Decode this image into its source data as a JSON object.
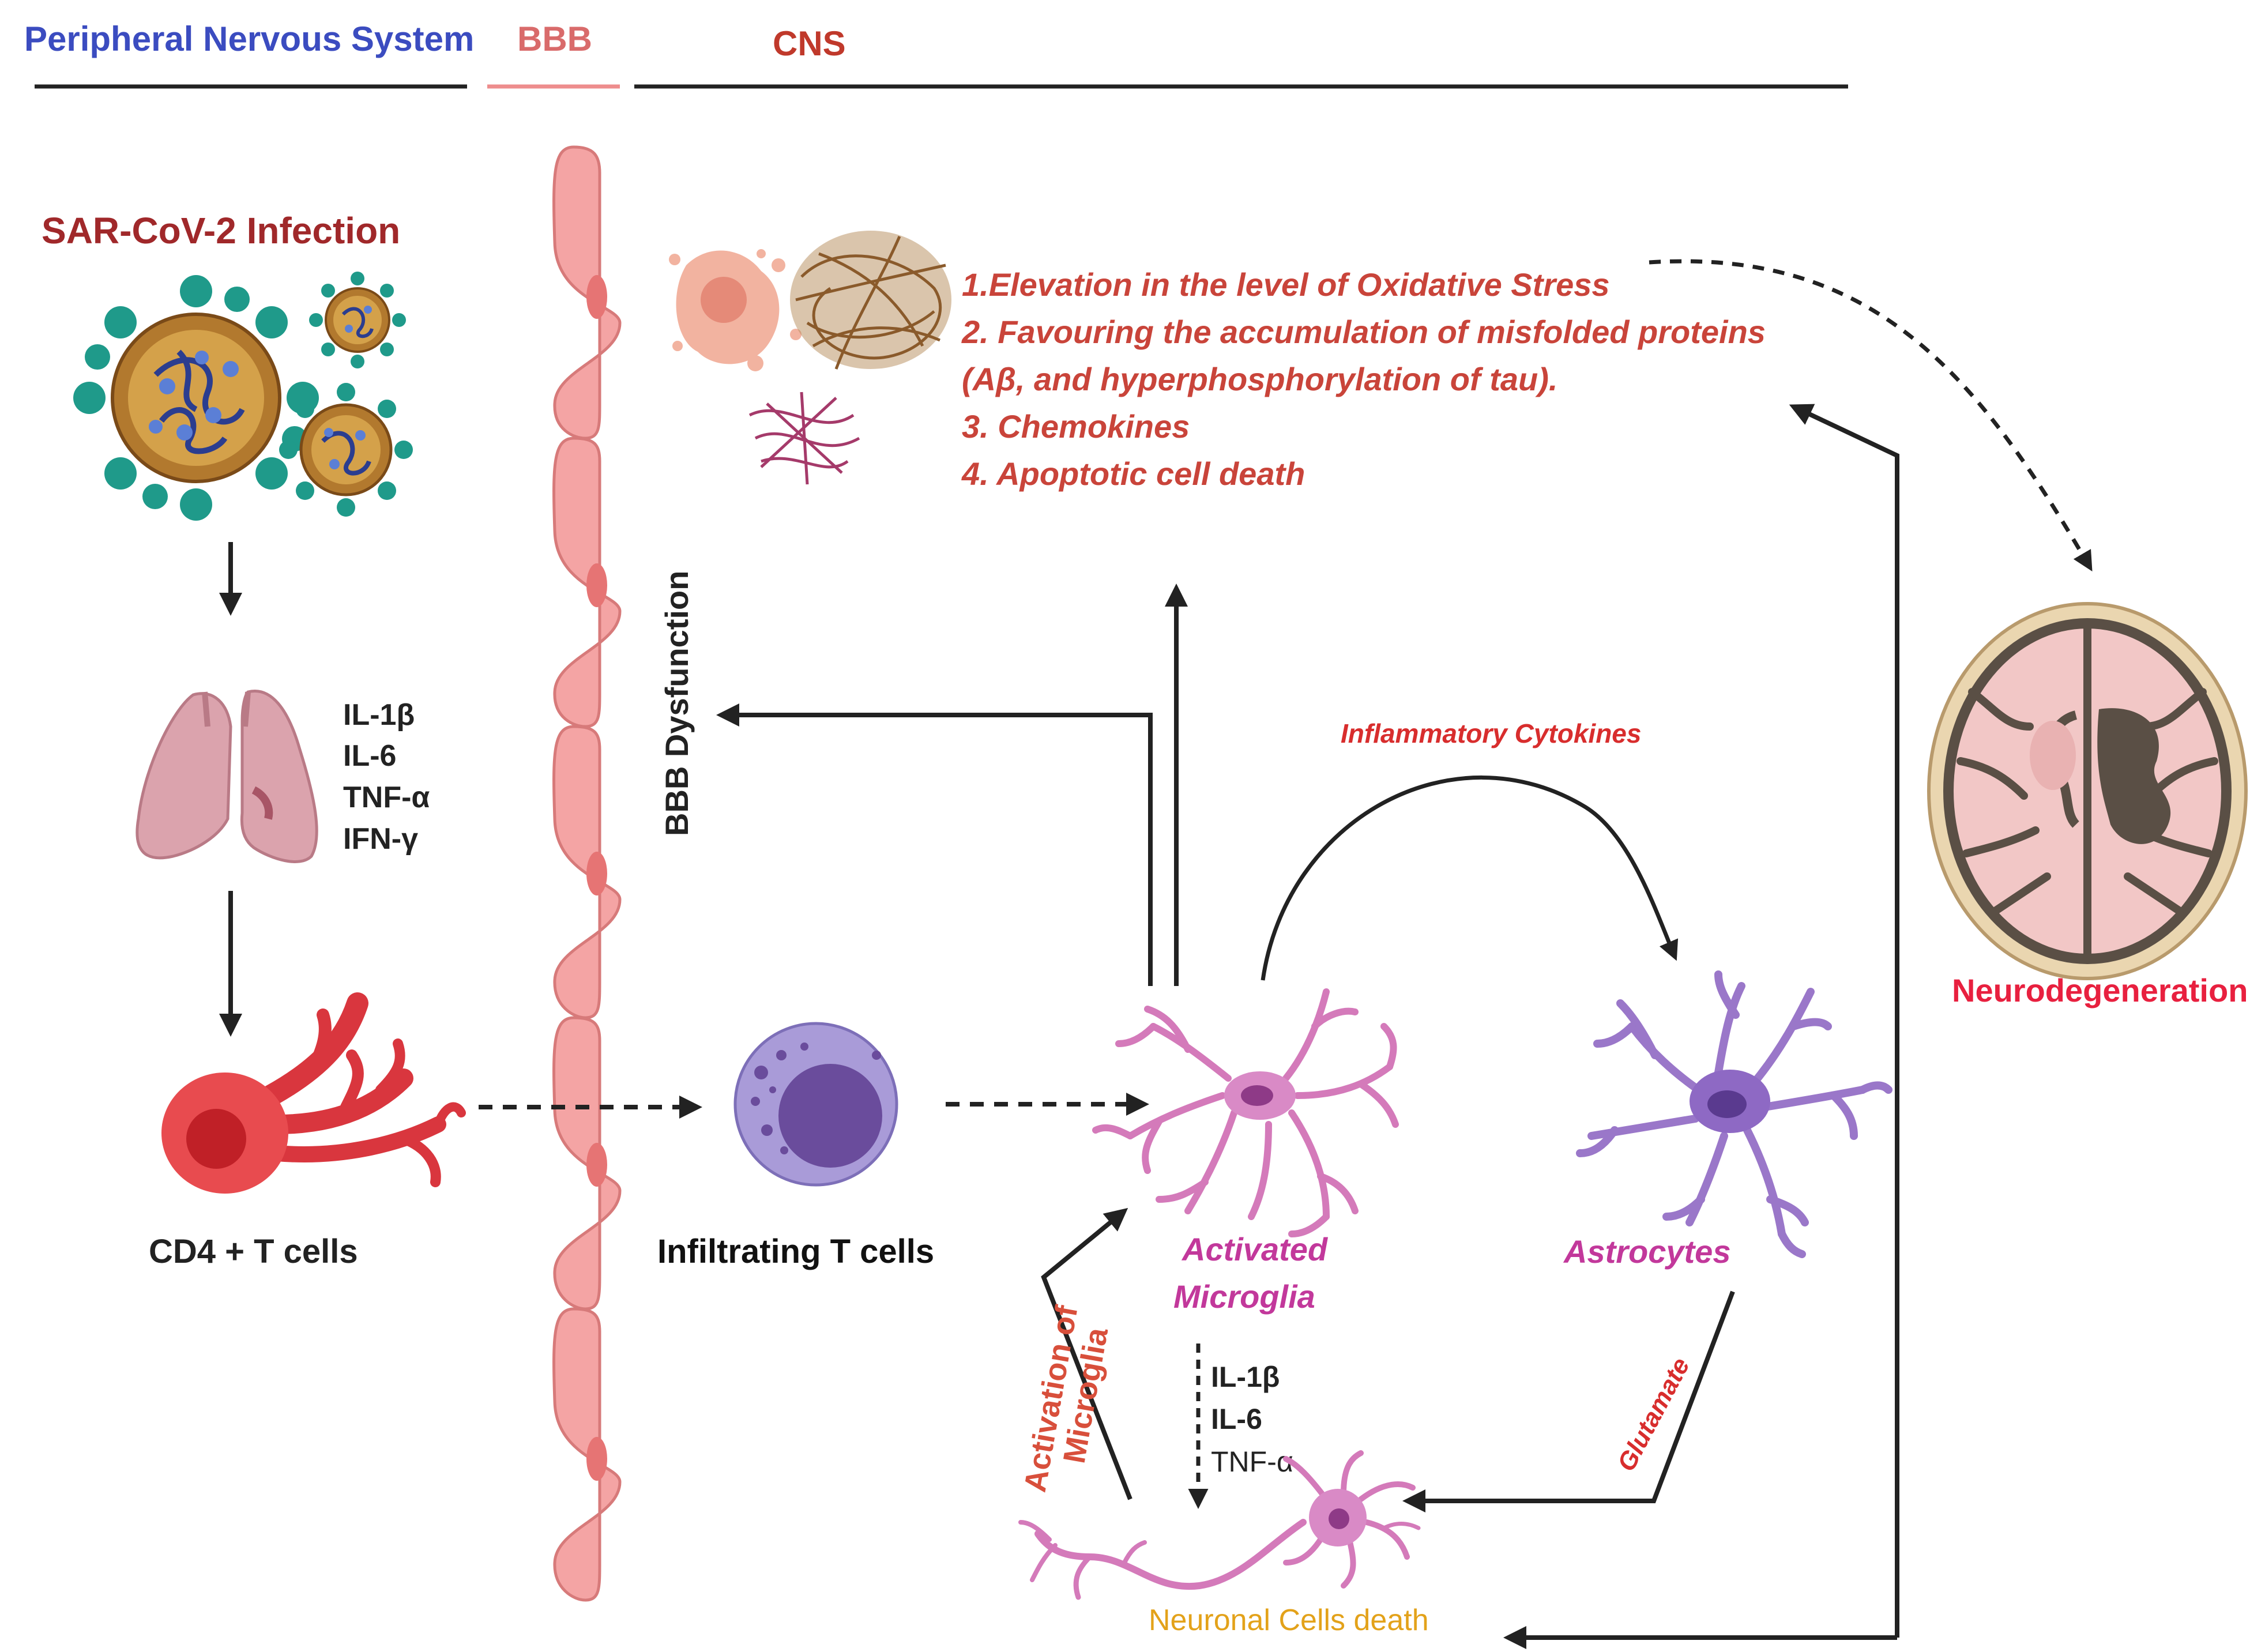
{
  "header": {
    "pns": "Peripheral Nervous System",
    "bbb": "BBB",
    "cns": "CNS"
  },
  "left": {
    "infection": "SAR-CoV-2 Infection",
    "cytokines": [
      "IL-1β",
      "IL-6",
      "TNF-α",
      "IFN-γ"
    ],
    "cd4": "CD4 + T cells"
  },
  "middle": {
    "bbb_dysfunction": "BBB Dysfunction",
    "infiltrating": "Infiltrating T cells",
    "activation": [
      "Activation of",
      "Microglia"
    ]
  },
  "effects": [
    "1.Elevation in the level of Oxidative Stress",
    "2. Favouring the accumulation  of misfolded proteins",
    "(Aβ, and hyperphosphorylation of tau).",
    "3. Chemokines",
    "4. Apoptotic cell death"
  ],
  "cells": {
    "microglia": [
      "Activated",
      "Microglia"
    ],
    "astrocytes": "Astrocytes",
    "inflammatory": "Inflammatory Cytokines",
    "glutamate": "Glutamate",
    "microglia_cytokines": [
      "IL-1β",
      "IL-6",
      "TNF-α"
    ],
    "neuronal_death": "Neuronal Cells death",
    "neurodegeneration": "Neurodegeneration"
  },
  "colors": {
    "pns": "#3b4cc0",
    "bbb": "#d96b6b",
    "cns": "#c0392b",
    "effects": "#c9443a",
    "magenta": "#c2389b",
    "neuronal": "#e3a21a",
    "neuro": "#e8203f"
  }
}
